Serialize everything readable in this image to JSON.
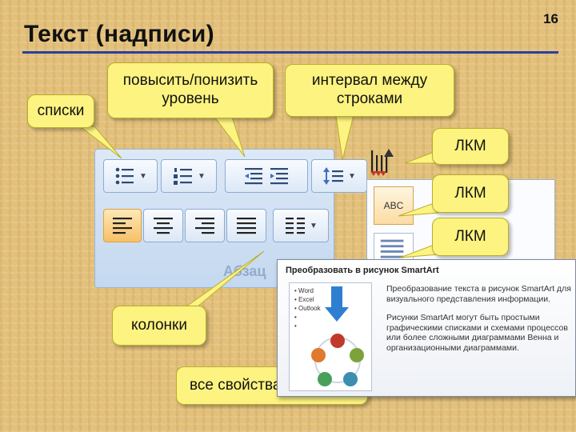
{
  "slide": {
    "number": "16",
    "title": "Текст (надписи)"
  },
  "ribbon": {
    "group_label": "Абзац",
    "style_tile_label": "ABC"
  },
  "callouts": {
    "lists": "списки",
    "indent": "повысить/понизить уровень",
    "spacing": "интервал между строками",
    "lkm1": "ЛКМ",
    "lkm2": "ЛКМ",
    "lkm3": "ЛКМ",
    "columns": "колонки",
    "all_properties": "все свойства абзаца"
  },
  "tooltip": {
    "title": "Преобразовать в рисунок SmartArt",
    "list_items": [
      "Word",
      "Excel",
      "Outlook",
      "",
      ""
    ],
    "paragraph1": "Преобразование текста в рисунок SmartArt для визуального представления информации.",
    "paragraph2": "Рисунки SmartArt могут быть простыми графическими списками и схемами процессов или более сложными диаграммами Венна и организационными диаграммами."
  },
  "colors": {
    "callout_fill": "#fdf380",
    "title_rule": "#2c3fa0",
    "ribbon": "#c4d8ef",
    "active_button": "#f7c068"
  },
  "icons": [
    "bullets-icon",
    "numbering-icon",
    "decrease-indent-icon",
    "increase-indent-icon",
    "line-spacing-icon",
    "align-left-icon",
    "align-center-icon",
    "align-right-icon",
    "justify-icon",
    "columns-icon",
    "text-direction-icon",
    "smartart-arrow-icon"
  ]
}
